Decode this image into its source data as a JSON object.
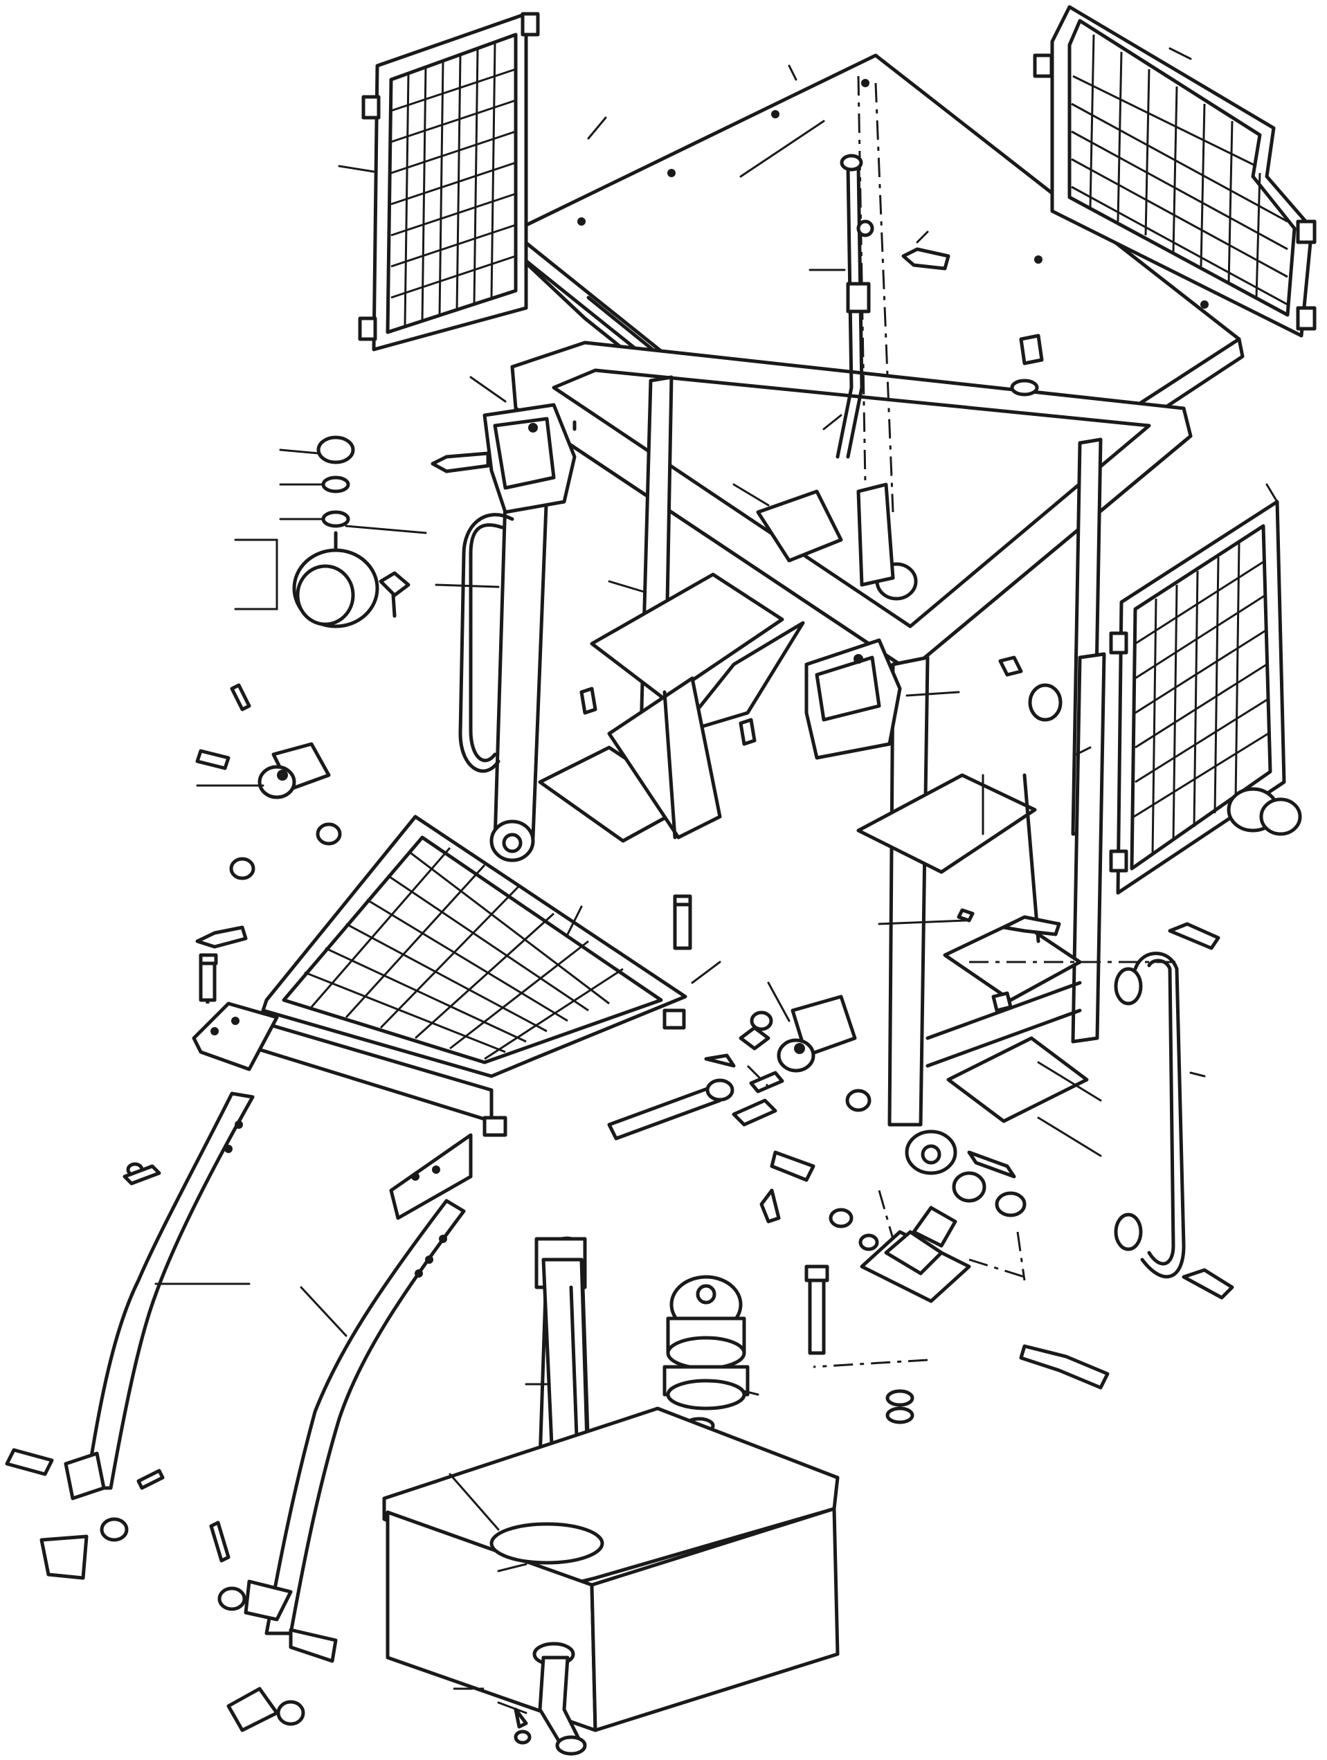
{
  "figure": {
    "kind": "exploded-parts-diagram",
    "subject": "operator-cab-frame-assembly",
    "line_color": "#1a1a1a",
    "background": "#ffffff",
    "icons": [
      "roof-panel",
      "side-screen",
      "cab-frame",
      "floor-grille",
      "rear-screen",
      "roll-bar",
      "exhaust-pipe",
      "air-cleaner",
      "battery-box",
      "work-lamp",
      "handrail",
      "mounting-bracket",
      "hinge-pin",
      "fasteners"
    ],
    "text_labels": []
  }
}
